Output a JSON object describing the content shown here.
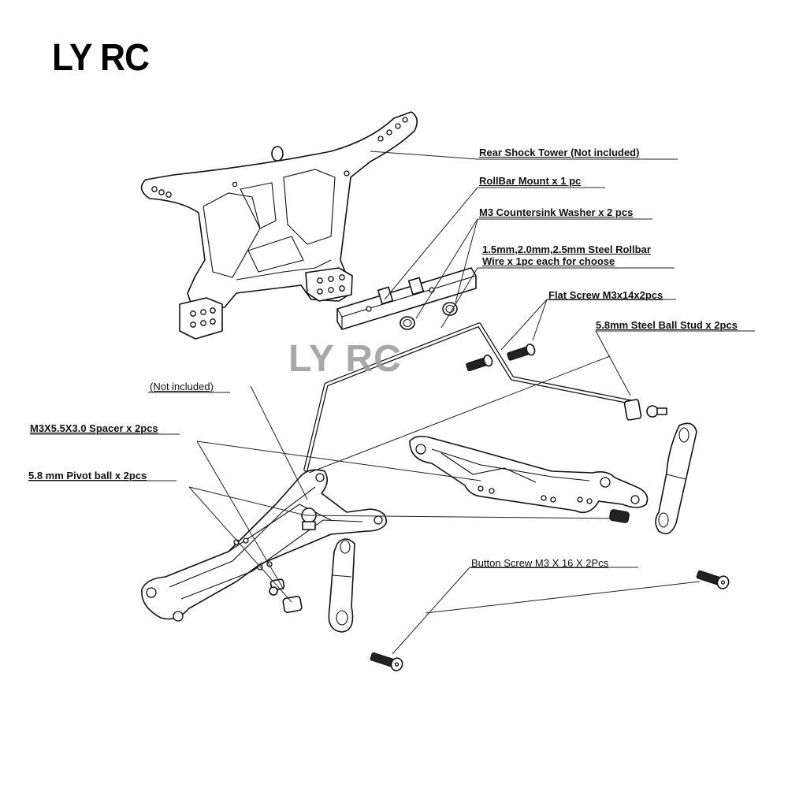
{
  "brand": "LY RC",
  "watermark": "LY RC",
  "labels": {
    "rear_shock_tower": "Rear Shock Tower (Not included)",
    "rollbar_mount": "RollBar Mount x 1 pc",
    "countersink_washer": "M3 Countersink Washer x 2 pcs",
    "rollbar_wire_line1": "1.5mm,2.0mm,2.5mm Steel Rollbar",
    "rollbar_wire_line2": "Wire x 1pc each for choose",
    "flat_screw": "Flat Screw M3x14x2pcs",
    "ball_stud": "5.8mm Steel Ball Stud x 2pcs",
    "not_included": "(Not included)",
    "spacer": "M3X5.5X3.0 Spacer x 2pcs",
    "pivot_ball": "5.8 mm Pivot ball x 2pcs",
    "button_screw": "Button Screw M3 X 16 X 2Pcs"
  }
}
